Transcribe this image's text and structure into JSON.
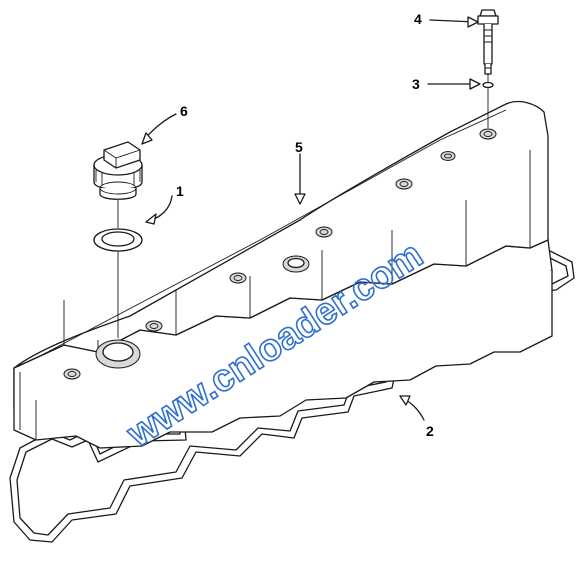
{
  "callouts": [
    {
      "id": "1",
      "label": "1"
    },
    {
      "id": "2",
      "label": "2"
    },
    {
      "id": "3",
      "label": "3"
    },
    {
      "id": "4",
      "label": "4"
    },
    {
      "id": "5",
      "label": "5"
    },
    {
      "id": "6",
      "label": "6"
    }
  ],
  "watermark": "www.cnloader.com",
  "colors": {
    "line": "#1a1a1a",
    "watermark": "#2f6fcf",
    "background": "#ffffff"
  }
}
